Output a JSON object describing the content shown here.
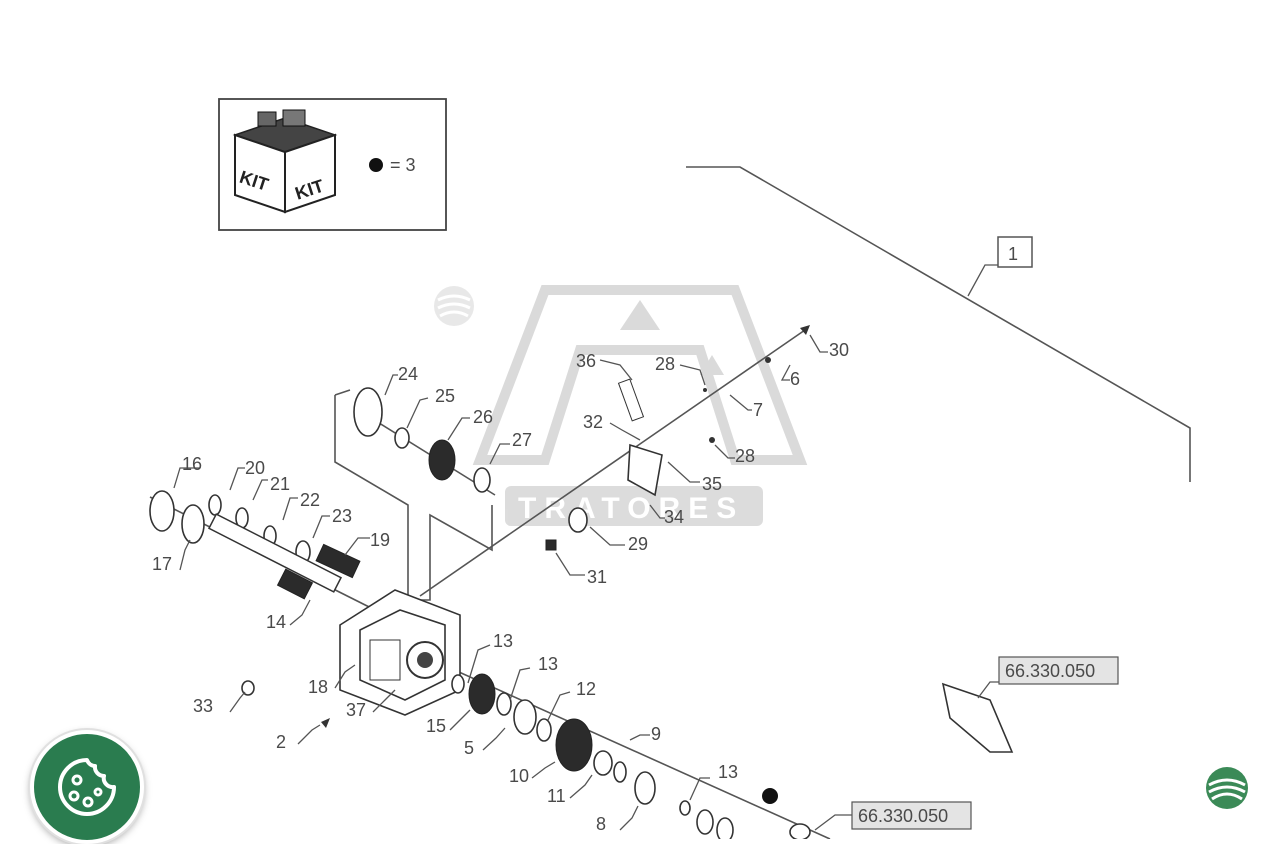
{
  "kit": {
    "box_label_left": "KIT",
    "box_label_right": "KIT",
    "qty_text": "= 3"
  },
  "watermark": {
    "text": "TRATORES"
  },
  "callouts": {
    "c1": "1",
    "c2": "2",
    "c5": "5",
    "c6": "6",
    "c7": "7",
    "c8": "8",
    "c9": "9",
    "c10": "10",
    "c11": "11",
    "c12": "12",
    "c13a": "13",
    "c13b": "13",
    "c13c": "13",
    "c14": "14",
    "c15": "15",
    "c16": "16",
    "c17": "17",
    "c18": "18",
    "c19": "19",
    "c20": "20",
    "c21": "21",
    "c22": "22",
    "c23": "23",
    "c24": "24",
    "c25": "25",
    "c26": "26",
    "c27": "27",
    "c28a": "28",
    "c28b": "28",
    "c29": "29",
    "c30": "30",
    "c31": "31",
    "c32": "32",
    "c33": "33",
    "c34": "34",
    "c35": "35",
    "c36": "36",
    "c37": "37"
  },
  "references": {
    "ref_a": "66.330.050",
    "ref_b": "66.330.050"
  },
  "colors": {
    "cookie_button": "#2a7c4f",
    "logo": "#3b8a57",
    "ink": "#333333"
  },
  "icons": {
    "cookie": "cookie-icon",
    "logo": "brand-logo-icon"
  }
}
